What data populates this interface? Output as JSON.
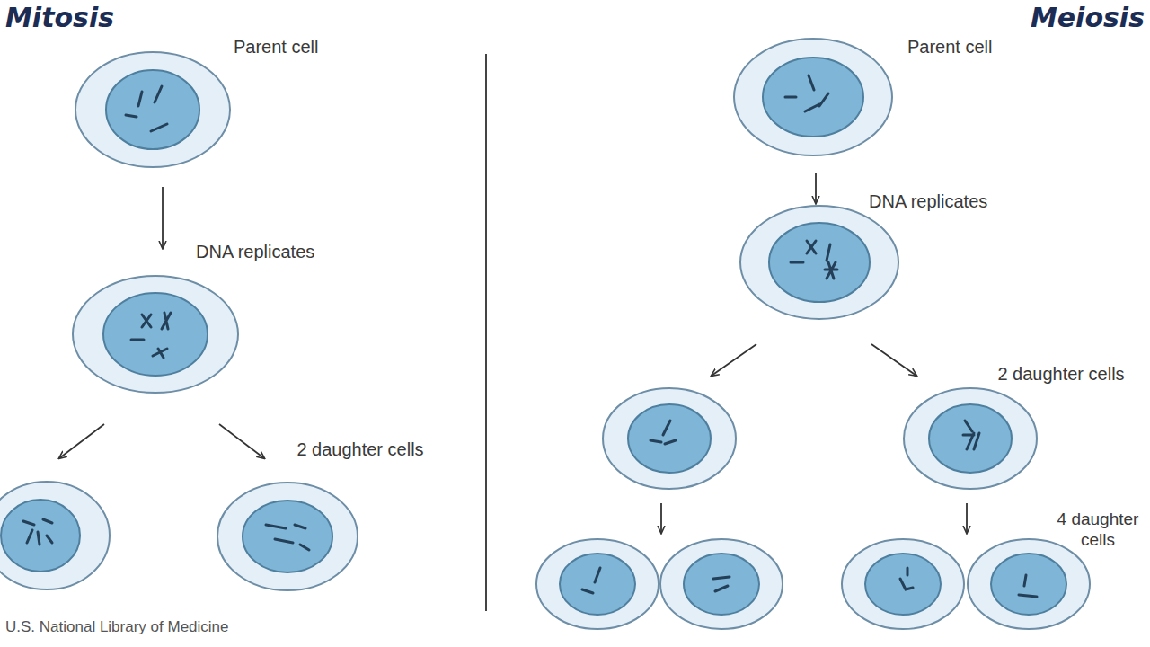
{
  "diagram": {
    "labels": [
      "Mitosis",
      "Meiosis",
      "Parent cell",
      "DNA replicates",
      "2 daughter cells",
      "Parent cell",
      "DNA replicates",
      "2 daughter cells",
      "4 daughter cells",
      "U.S. National Library of Medicine"
    ]
  }
}
